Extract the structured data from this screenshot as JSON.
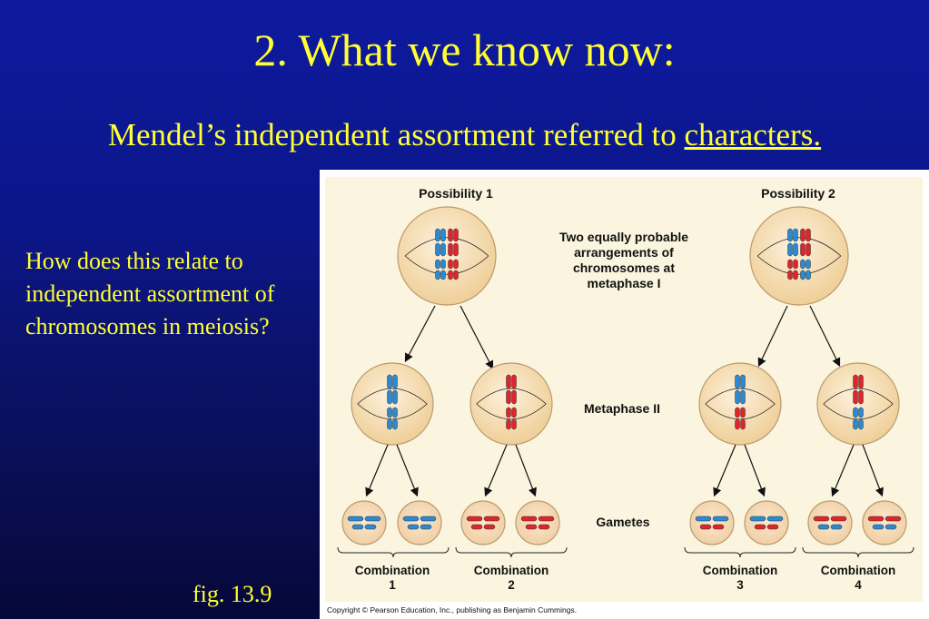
{
  "slide": {
    "title": "2. What we know now:",
    "subtitle_prefix": "Mendel’s independent assortment referred to ",
    "subtitle_link": "characters.",
    "question": "How does this relate to independent assortment of chromosomes in meiosis?",
    "fig_ref": "fig. 13.9"
  },
  "figure": {
    "possibility_1": "Possibility 1",
    "possibility_2": "Possibility 2",
    "center_note": [
      "Two equally probable",
      "arrangements of",
      "chromosomes at",
      "metaphase I"
    ],
    "metaphase_ii": "Metaphase II",
    "gametes": "Gametes",
    "combinations": [
      {
        "label": "Combination",
        "num": "1"
      },
      {
        "label": "Combination",
        "num": "2"
      },
      {
        "label": "Combination",
        "num": "3"
      },
      {
        "label": "Combination",
        "num": "4"
      }
    ],
    "copyright": "Copyright © Pearson Education, Inc., publishing as Benjamin Cummings."
  },
  "colors": {
    "text_yellow": "#ffff33",
    "chromosome_blue": "#2a8ad4",
    "chromosome_red": "#e0242a",
    "cell_fill": "#f3d9a8",
    "figure_bg": "#fbf5df"
  }
}
